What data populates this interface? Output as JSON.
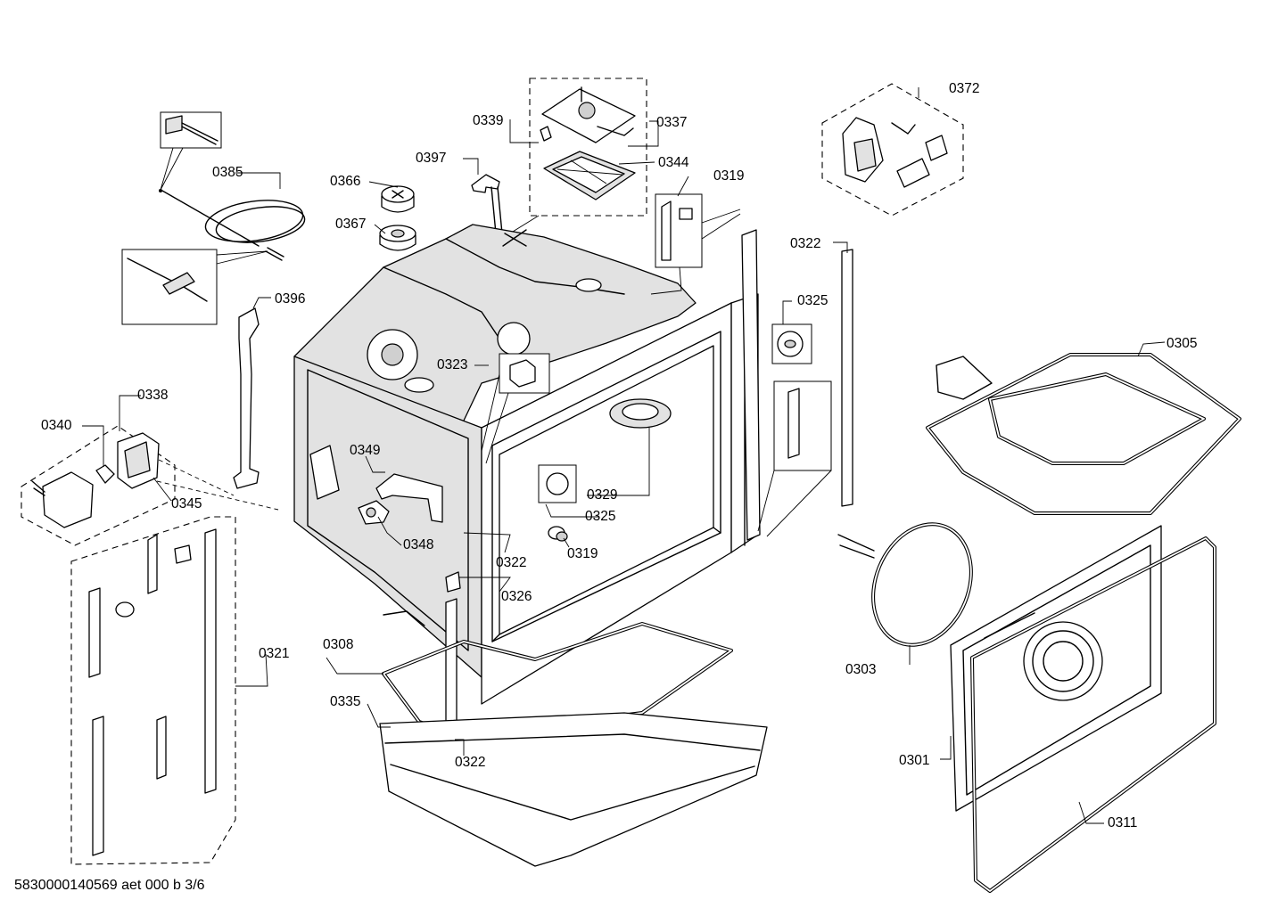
{
  "labels": {
    "l0301": "0301",
    "l0303": "0303",
    "l0305": "0305",
    "l0308": "0308",
    "l0311": "0311",
    "l0319a": "0319",
    "l0319b": "0319",
    "l0321": "0321",
    "l0322a": "0322",
    "l0322b": "0322",
    "l0322c": "0322",
    "l0323": "0323",
    "l0325a": "0325",
    "l0325b": "0325",
    "l0326": "0326",
    "l0329": "0329",
    "l0335": "0335",
    "l0337": "0337",
    "l0338": "0338",
    "l0339": "0339",
    "l0340": "0340",
    "l0344": "0344",
    "l0345": "0345",
    "l0348": "0348",
    "l0349": "0349",
    "l0366": "0366",
    "l0367": "0367",
    "l0372": "0372",
    "l0385": "0385",
    "l0396": "0396",
    "l0397": "0397"
  },
  "footer": "5830000140569 aet 000 b 3/6"
}
